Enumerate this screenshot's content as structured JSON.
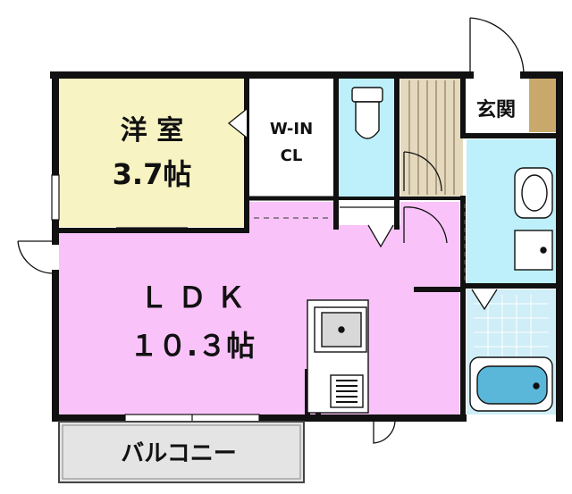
{
  "rooms": {
    "western": {
      "name": "洋 室",
      "size": "3.7帖"
    },
    "wic": {
      "line1": "W-IN",
      "line2": "CL"
    },
    "entrance": {
      "name": "玄関"
    },
    "ldk": {
      "name": "Ｌ Ｄ Ｋ",
      "size": "１０.３帖"
    },
    "balcony": {
      "name": "バルコニー"
    }
  },
  "colors": {
    "western_room": "#f7f3c2",
    "ldk": "#f9c3f9",
    "water_rooms": "#bdf0fb",
    "balcony": "#e4e4e4",
    "entrance": "#c9a96b",
    "wall": "#111111"
  }
}
